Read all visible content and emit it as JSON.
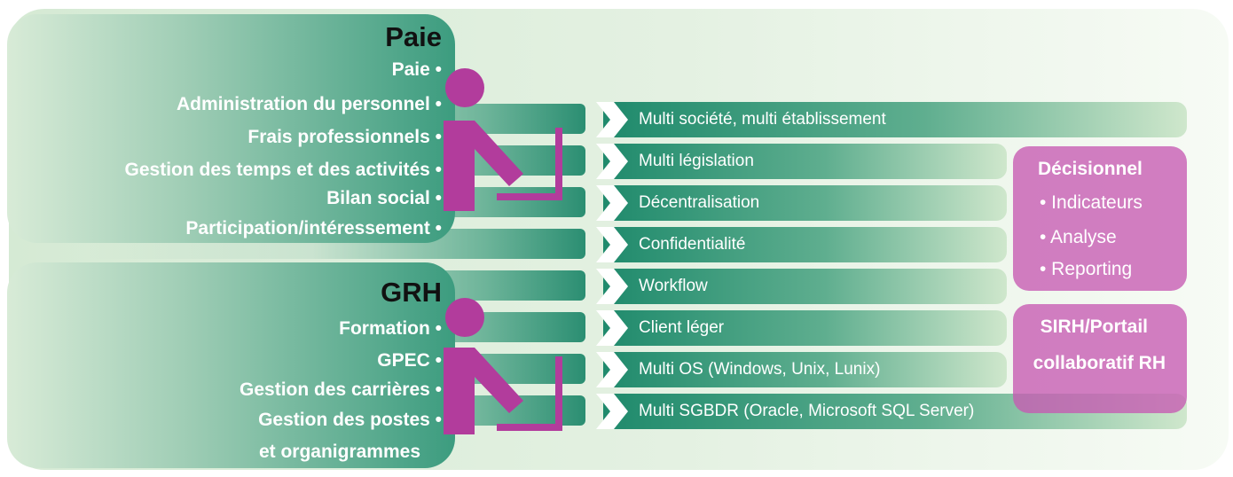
{
  "paie": {
    "title": "Paie",
    "items": [
      "Paie •",
      "Administration du personnel •",
      "Frais professionnels •",
      "Gestion des temps et des activités •",
      "Bilan social •",
      "Participation/intéressement •"
    ]
  },
  "grh": {
    "title": "GRH",
    "items": [
      "Formation •",
      "GPEC •",
      "Gestion des carrières •",
      "Gestion des postes •",
      "et organigrammes"
    ]
  },
  "features": [
    "Multi société, multi établissement",
    "Multi législation",
    "Décentralisation",
    "Confidentialité",
    "Workflow",
    "Client léger",
    "Multi OS (Windows, Unix, Lunix)",
    "Multi SGBDR (Oracle, Microsoft SQL Server)"
  ],
  "decisionnel": {
    "title": "Décisionnel",
    "items": [
      "• Indicateurs",
      "• Analyse",
      "• Reporting"
    ]
  },
  "sirh": {
    "lines": [
      "SIRH/Portail",
      "collaboratif RH"
    ]
  },
  "colors": {
    "accent_magenta": "#b23c9c",
    "teal_dark": "#1f8a6c",
    "pink_box": "#c65ab2",
    "title_text": "#111111"
  },
  "icons": {
    "user": "user-at-computer-icon",
    "arrow": "chevron-right-icon"
  }
}
